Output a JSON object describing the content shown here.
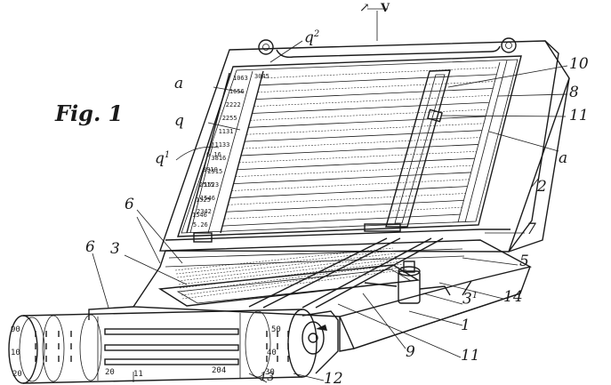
{
  "figure": {
    "title": "Fig. 1",
    "view_marker": "V"
  },
  "callouts": {
    "q2": {
      "base": "q",
      "sup": "2"
    },
    "a_top": {
      "base": "a",
      "sup": ""
    },
    "q": {
      "base": "q",
      "sup": ""
    },
    "q1": {
      "base": "q",
      "sup": "1"
    },
    "n10": {
      "base": "10",
      "sup": ""
    },
    "n8": {
      "base": "8",
      "sup": ""
    },
    "n11_top": {
      "base": "11",
      "sup": ""
    },
    "a_right": {
      "base": "a",
      "sup": ""
    },
    "n2": {
      "base": "2",
      "sup": ""
    },
    "n7": {
      "base": "7",
      "sup": ""
    },
    "n5": {
      "base": "5",
      "sup": ""
    },
    "n6_top": {
      "base": "6",
      "sup": ""
    },
    "n6_left": {
      "base": "6",
      "sup": ""
    },
    "n3": {
      "base": "3",
      "sup": ""
    },
    "n3_1": {
      "base": "3",
      "sup": "1"
    },
    "n14": {
      "base": "14",
      "sup": ""
    },
    "n1": {
      "base": "1",
      "sup": ""
    },
    "n9": {
      "base": "9",
      "sup": ""
    },
    "n11_bottom": {
      "base": "11",
      "sup": ""
    },
    "n12": {
      "base": "12",
      "sup": ""
    },
    "n13": {
      "base": "13",
      "sup": ""
    }
  },
  "table_entries": {
    "col1": [
      "1063",
      "1656",
      "2222",
      "2255",
      "1131",
      "1133",
      "3816",
      "2515",
      "1523",
      "1546",
      "2342",
      "5.26"
    ],
    "header_right": "3045",
    "left_col": [
      "6 16",
      "3910",
      "2515",
      "1525",
      "1546"
    ]
  },
  "drum_scale": {
    "left": [
      "90",
      "10",
      "20"
    ],
    "right": [
      "50",
      "40",
      "30"
    ],
    "bottom": [
      "20",
      "11",
      "204"
    ]
  },
  "colors": {
    "ink": "#1a1a1a",
    "paper": "#ffffff"
  }
}
